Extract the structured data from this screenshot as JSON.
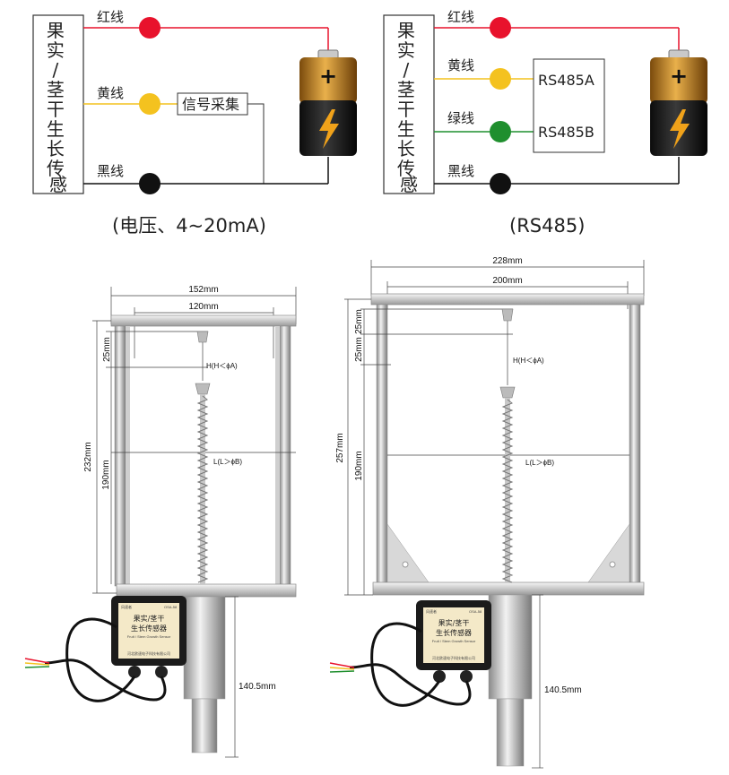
{
  "wiring": {
    "left": {
      "sensor_label": "果实/茎干生长传感器",
      "wires": {
        "red": "红线",
        "yellow": "黄线",
        "black": "黑线"
      },
      "box_label": "信号采集",
      "caption": "(电压、4~20mA)"
    },
    "right": {
      "sensor_label": "果实/茎干生长传感器",
      "wires": {
        "red": "红线",
        "yellow": "黄线",
        "green": "绿线",
        "black": "黑线"
      },
      "box_a": "RS485A",
      "box_b": "RS485B",
      "caption": "(RS485)"
    },
    "colors": {
      "red": "#e8122c",
      "yellow": "#f4c21f",
      "green": "#1f8f2e",
      "black": "#111111"
    }
  },
  "dimensions": {
    "left": {
      "outer_width": "152mm",
      "inner_width": "120mm",
      "total_height": "232mm",
      "top_gap": "25mm",
      "spring_height": "190mm",
      "rod_length": "140.5mm",
      "h_label": "H(H＜ϕA)",
      "l_label": "L(L＞ϕB)"
    },
    "right": {
      "outer_width": "228mm",
      "inner_width": "200mm",
      "total_height": "257mm",
      "top_gap_a": "25mm",
      "top_gap_b": "25mm",
      "spring_height": "190mm",
      "rod_length": "140.5mm",
      "h_label": "H(H＜ϕA)",
      "l_label": "L(L＞ϕB)"
    }
  },
  "device": {
    "title_line1": "果实/茎干",
    "title_line2": "生长传感器",
    "model": "OSA-58",
    "english": "Fruit / Stem Growth Sensor",
    "company": "河北欧速电子科技有限公司",
    "brand": "风速者"
  }
}
